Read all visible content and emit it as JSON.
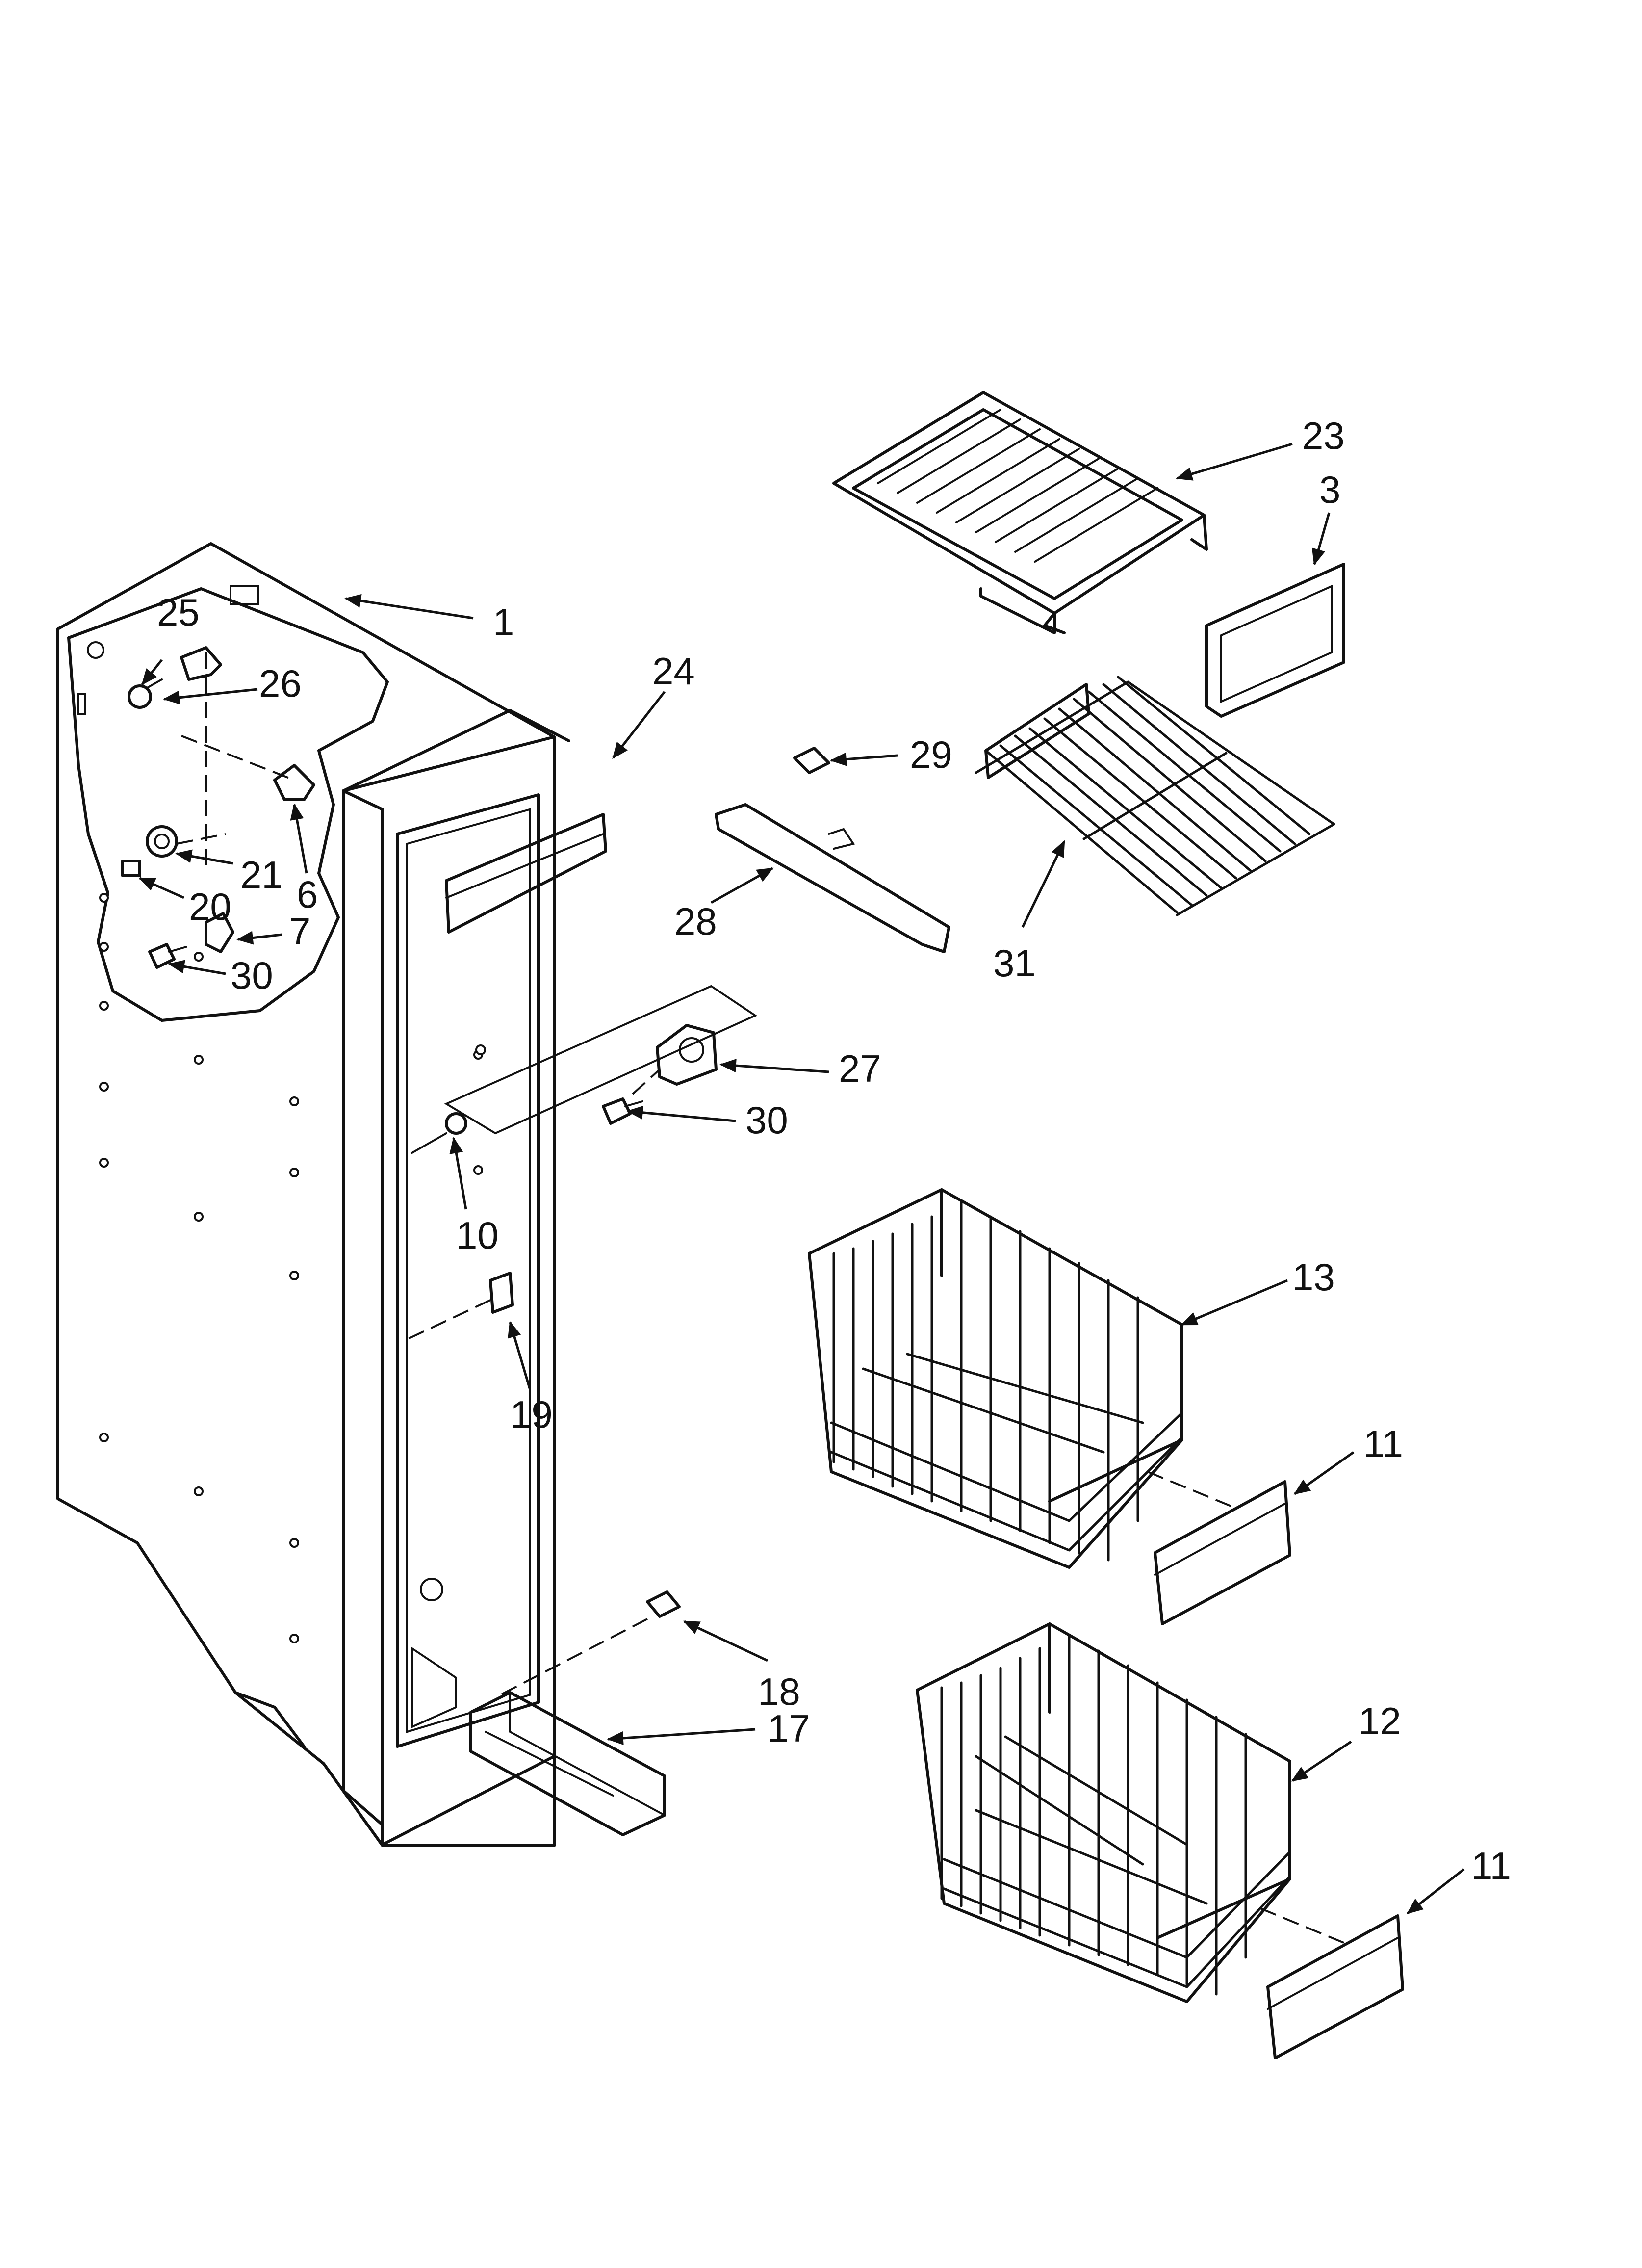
{
  "callouts": {
    "c1": "1",
    "c3": "3",
    "c6": "6",
    "c7": "7",
    "c10": "10",
    "c11a": "11",
    "c11b": "11",
    "c12": "12",
    "c13": "13",
    "c17": "17",
    "c18": "18",
    "c19": "19",
    "c20": "20",
    "c21": "21",
    "c23": "23",
    "c24": "24",
    "c25": "25",
    "c26": "26",
    "c27": "27",
    "c28": "28",
    "c29": "29",
    "c30a": "30",
    "c30b": "30",
    "c31": "31"
  }
}
